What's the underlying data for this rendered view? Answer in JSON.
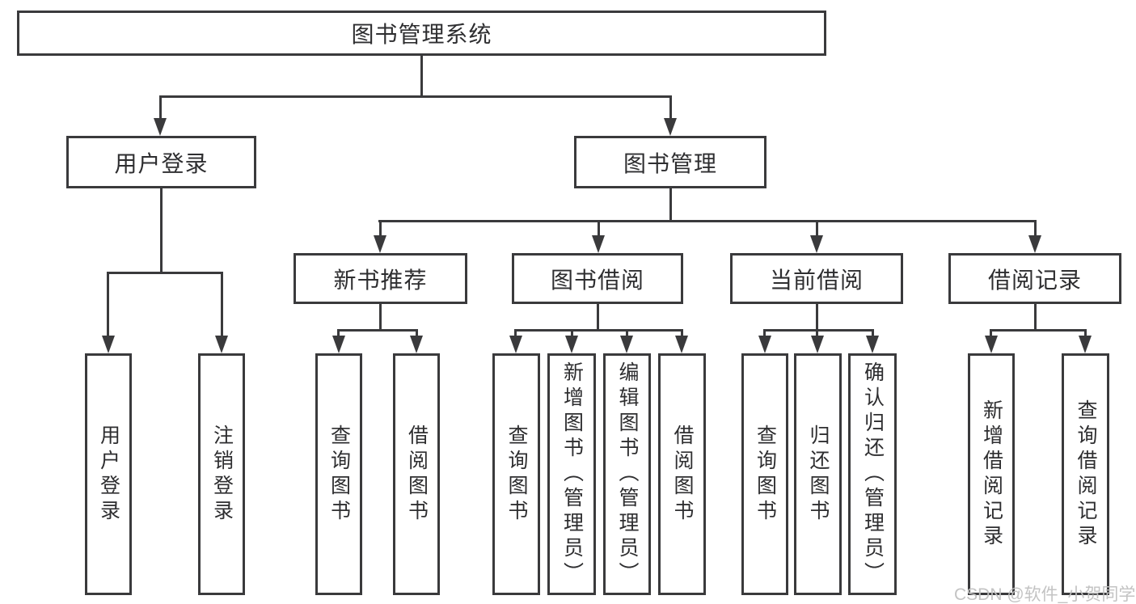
{
  "diagram": {
    "type": "tree",
    "root": {
      "label": "图书管理系统"
    },
    "branches": [
      {
        "label": "用户登录",
        "children": [
          {
            "label": "用户登录"
          },
          {
            "label": "注销登录"
          }
        ]
      },
      {
        "label": "图书管理",
        "sections": [
          {
            "label": "新书推荐",
            "children": [
              {
                "label": "查询图书"
              },
              {
                "label": "借阅图书"
              }
            ]
          },
          {
            "label": "图书借阅",
            "children": [
              {
                "label": "查询图书"
              },
              {
                "label": "新增图书（管理员）"
              },
              {
                "label": "编辑图书（管理员）"
              },
              {
                "label": "借阅图书"
              }
            ]
          },
          {
            "label": "当前借阅",
            "children": [
              {
                "label": "查询图书"
              },
              {
                "label": "归还图书"
              },
              {
                "label": "确认归还（管理员）"
              }
            ]
          },
          {
            "label": "借阅记录",
            "children": [
              {
                "label": "新增借阅记录"
              },
              {
                "label": "查询借阅记录"
              }
            ]
          }
        ]
      }
    ]
  },
  "watermark": {
    "text": "CSDN @软件_小贺同学"
  },
  "colors": {
    "line": "#3a3a3c",
    "text": "#2e2e30",
    "background": "#ffffff",
    "watermark": "#c0c0c0"
  }
}
